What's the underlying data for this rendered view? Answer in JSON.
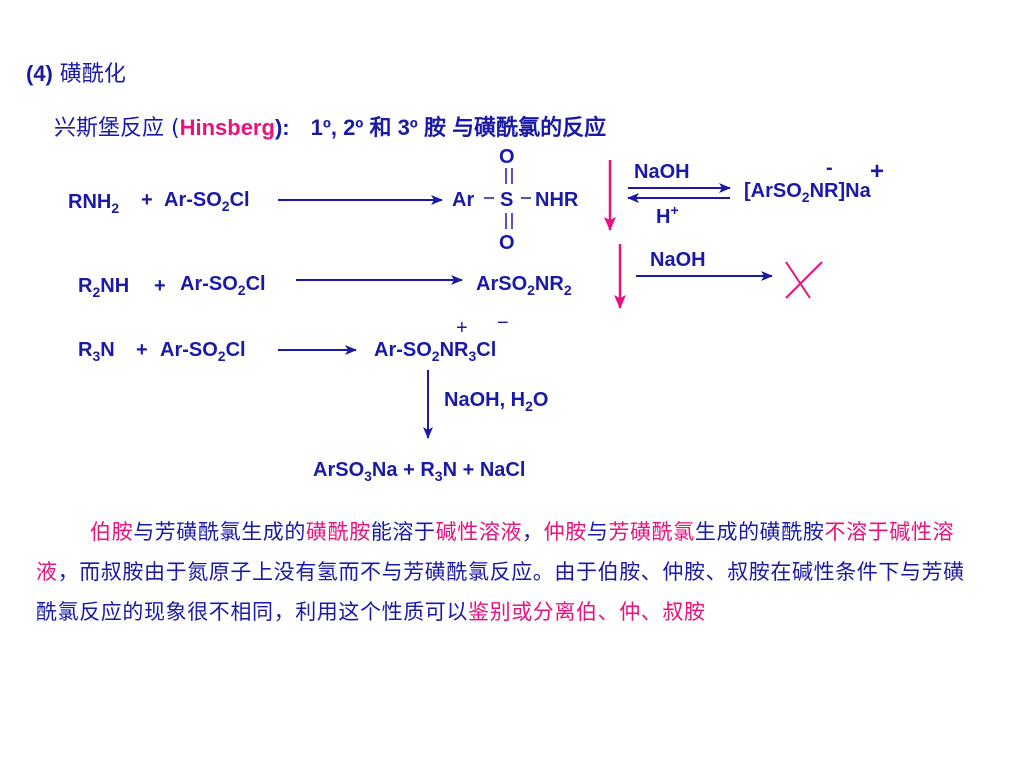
{
  "header": {
    "number": "(4)",
    "title": "磺酰化"
  },
  "subtitle": {
    "prefix": "兴斯堡反应 (",
    "name": "Hinsberg",
    "suffix": "):",
    "amines": "1º, 2º 和 3º 胺 与磺酰氯的反应"
  },
  "reactions": {
    "r1": {
      "amine": "RNH",
      "amine_sub": "2",
      "plus": "+",
      "reagent_a": "Ar-SO",
      "reagent_sub": "2",
      "reagent_b": "Cl",
      "product_ar": "Ar",
      "product_s": "S",
      "product_o_top": "O",
      "product_o_bottom": "O",
      "product_nhr": "NHR",
      "naoh": "NaOH",
      "hplus": "H",
      "hplus_sup": "+",
      "salt_a": "[ArSO",
      "salt_sub": "2",
      "salt_b": "NR]Na",
      "salt_minus": "-",
      "salt_plus": "+"
    },
    "r2": {
      "amine_a": "R",
      "amine_sub": "2",
      "amine_b": "NH",
      "plus": "+",
      "reagent_a": "Ar-SO",
      "reagent_sub": "2",
      "reagent_b": "Cl",
      "product_a": "ArSO",
      "product_sub1": "2",
      "product_b": "NR",
      "product_sub2": "2",
      "naoh": "NaOH"
    },
    "r3": {
      "amine_a": "R",
      "amine_sub": "3",
      "amine_b": "N",
      "plus": "+",
      "reagent_a": "Ar-SO",
      "reagent_sub": "2",
      "reagent_b": "Cl",
      "product_a": "Ar-SO",
      "product_sub1": "2",
      "product_b": "NR",
      "product_sub2": "3",
      "product_c": "Cl",
      "charge_plus": "+",
      "charge_minus": "−",
      "condition_a": "NaOH, H",
      "condition_sub": "2",
      "condition_b": "O",
      "final_a": "ArSO",
      "final_sub1": "3",
      "final_b": "Na",
      "final_plus1": "+",
      "final_c": "R",
      "final_sub2": "3",
      "final_d": "N",
      "final_plus2": "+",
      "final_e": "NaCl"
    }
  },
  "paragraph": {
    "s1": "伯胺",
    "s2": "与芳磺酰氯生成的",
    "s3": "磺酰胺",
    "s4": "能溶于",
    "s5": "碱性溶液",
    "s6": "，",
    "s7": "仲胺",
    "s8": "与",
    "s9": "芳磺酰氯",
    "s10": "生成的磺酰胺",
    "s11": "不溶于碱性溶液",
    "s12": "，而叔胺由于氮原子上没有氢而不与芳磺酰氯反应。由于伯胺、仲胺、叔胺在碱性条件下与芳磺酰氯反应的现象很不相同，利用这个性质可以",
    "s13": "鉴别或分离伯、仲、叔胺"
  },
  "colors": {
    "text": "#1a1aa6",
    "highlight": "#e8127f",
    "background": "#ffffff"
  }
}
